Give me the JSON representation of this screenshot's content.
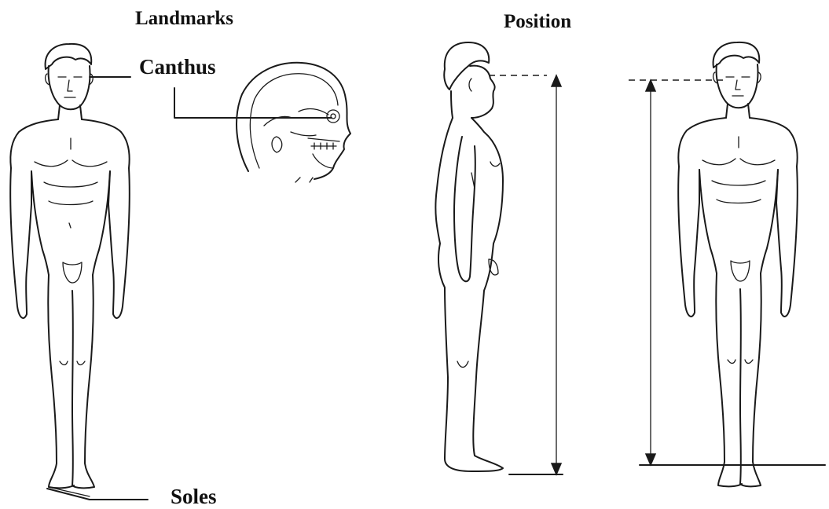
{
  "headings": {
    "landmarks": "Landmarks",
    "position": "Position"
  },
  "labels": {
    "canthus": "Canthus",
    "soles": "Soles"
  },
  "colors": {
    "ink": "#1a1a1a",
    "background": "#ffffff"
  }
}
